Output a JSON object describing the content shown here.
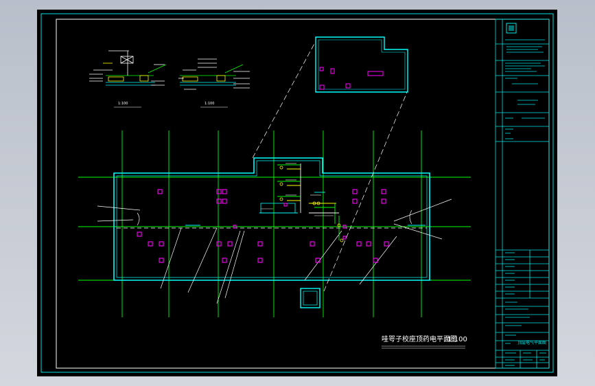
{
  "drawing": {
    "main_title": "哇咢子校座顶药电平面图",
    "main_scale": "1:100",
    "detail_left_label": "1:100",
    "detail_right_label": "1:100"
  },
  "title_block": {
    "bottom_label": "顶层电气平面图"
  },
  "colors": {
    "background": "#000000",
    "frame": "#00e5e5",
    "grid": "#00ff00",
    "walls": "#00ffff",
    "annotation": "#ffffff",
    "equipment": "#ff00ff",
    "wiring": "#ffff00"
  }
}
